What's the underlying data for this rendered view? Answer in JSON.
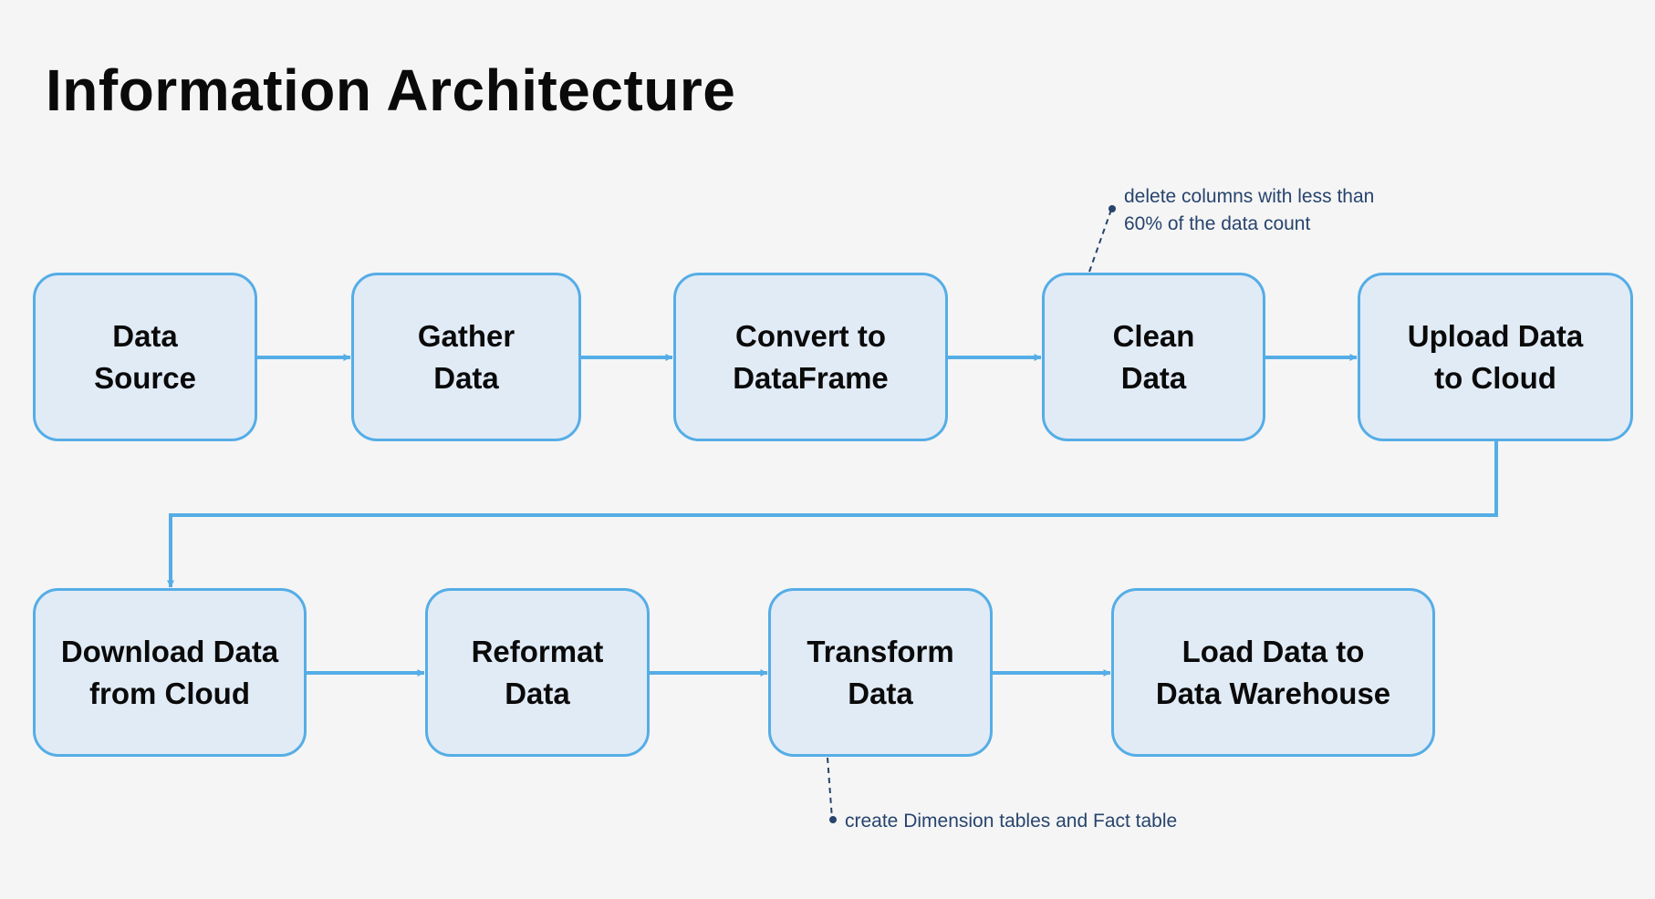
{
  "page": {
    "title": "Information Architecture"
  },
  "colors": {
    "background": "#f5f5f5",
    "node_fill": "#e1ebf6",
    "node_border": "#55ade6",
    "arrow": "#55ade6",
    "note_text": "#27446e",
    "annotation_line": "#27446e"
  },
  "nodes": [
    {
      "id": "data-source",
      "label": "Data\nSource"
    },
    {
      "id": "gather-data",
      "label": "Gather\nData"
    },
    {
      "id": "convert-to-dataframe",
      "label": "Convert to\nDataFrame"
    },
    {
      "id": "clean-data",
      "label": "Clean\nData"
    },
    {
      "id": "upload-data-to-cloud",
      "label": "Upload Data\nto Cloud"
    },
    {
      "id": "download-data-from-cloud",
      "label": "Download Data\nfrom Cloud"
    },
    {
      "id": "reformat-data",
      "label": "Reformat\nData"
    },
    {
      "id": "transform-data",
      "label": "Transform\nData"
    },
    {
      "id": "load-data-to-data-warehouse",
      "label": "Load Data to\nData Warehouse"
    }
  ],
  "edges": [
    {
      "from": "data-source",
      "to": "gather-data"
    },
    {
      "from": "gather-data",
      "to": "convert-to-dataframe"
    },
    {
      "from": "convert-to-dataframe",
      "to": "clean-data"
    },
    {
      "from": "clean-data",
      "to": "upload-data-to-cloud"
    },
    {
      "from": "upload-data-to-cloud",
      "to": "download-data-from-cloud"
    },
    {
      "from": "download-data-from-cloud",
      "to": "reformat-data"
    },
    {
      "from": "reformat-data",
      "to": "transform-data"
    },
    {
      "from": "transform-data",
      "to": "load-data-to-data-warehouse"
    }
  ],
  "annotations": [
    {
      "attached_to": "clean-data",
      "text": "delete columns with less than\n60% of the data count"
    },
    {
      "attached_to": "transform-data",
      "text": "create Dimension tables and Fact table"
    }
  ]
}
